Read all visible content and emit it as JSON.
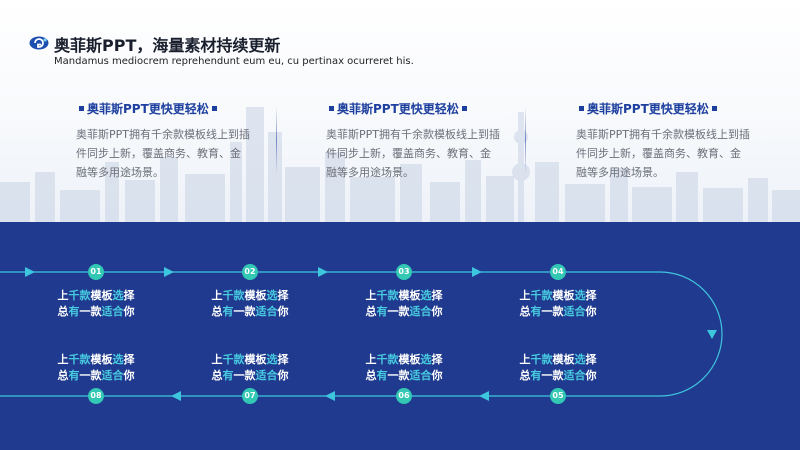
{
  "header": {
    "title": "奥菲斯PPT，海量素材持续更新",
    "subtitle": "Mandamus mediocrem reprehendunt eum eu, cu pertinax ocurreret his."
  },
  "features": [
    {
      "title": "奥菲斯PPT更快更轻松",
      "body": "奥菲斯PPT拥有千余款模板线上到插件同步上新，覆盖商务、教育、金融等多用途场景。"
    },
    {
      "title": "奥菲斯PPT更快更轻松",
      "body": "奥菲斯PPT拥有千余款模板线上到插件同步上新，覆盖商务、教育、金融等多用途场景。"
    },
    {
      "title": "奥菲斯PPT更快更轻松",
      "body": "奥菲斯PPT拥有千余款模板线上到插件同步上新，覆盖商务、教育、金融等多用途场景。"
    }
  ],
  "steps": [
    {
      "num": "01",
      "line1_a": "上",
      "line1_b": "千款",
      "line1_c": "模板",
      "line1_d": "选",
      "line1_e": "择",
      "line2_a": "总",
      "line2_b": "有",
      "line2_c": "一款",
      "line2_d": "适合",
      "line2_e": "你"
    },
    {
      "num": "02",
      "line1_a": "上",
      "line1_b": "千款",
      "line1_c": "模板",
      "line1_d": "选",
      "line1_e": "择",
      "line2_a": "总",
      "line2_b": "有",
      "line2_c": "一款",
      "line2_d": "适合",
      "line2_e": "你"
    },
    {
      "num": "03",
      "line1_a": "上",
      "line1_b": "千款",
      "line1_c": "模板",
      "line1_d": "选",
      "line1_e": "择",
      "line2_a": "总",
      "line2_b": "有",
      "line2_c": "一款",
      "line2_d": "适合",
      "line2_e": "你"
    },
    {
      "num": "04",
      "line1_a": "上",
      "line1_b": "千款",
      "line1_c": "模板",
      "line1_d": "选",
      "line1_e": "择",
      "line2_a": "总",
      "line2_b": "有",
      "line2_c": "一款",
      "line2_d": "适合",
      "line2_e": "你"
    },
    {
      "num": "05",
      "line1_a": "上",
      "line1_b": "千款",
      "line1_c": "模板",
      "line1_d": "选",
      "line1_e": "择",
      "line2_a": "总",
      "line2_b": "有",
      "line2_c": "一款",
      "line2_d": "适合",
      "line2_e": "你"
    },
    {
      "num": "06",
      "line1_a": "上",
      "line1_b": "千款",
      "line1_c": "模板",
      "line1_d": "选",
      "line1_e": "择",
      "line2_a": "总",
      "line2_b": "有",
      "line2_c": "一款",
      "line2_d": "适合",
      "line2_e": "你"
    },
    {
      "num": "07",
      "line1_a": "上",
      "line1_b": "千款",
      "line1_c": "模板",
      "line1_d": "选",
      "line1_e": "择",
      "line2_a": "总",
      "line2_b": "有",
      "line2_c": "一款",
      "line2_d": "适合",
      "line2_e": "你"
    },
    {
      "num": "08",
      "line1_a": "上",
      "line1_b": "千款",
      "line1_c": "模板",
      "line1_d": "选",
      "line1_e": "择",
      "line2_a": "总",
      "line2_b": "有",
      "line2_c": "一款",
      "line2_d": "适合",
      "line2_e": "你"
    }
  ],
  "colors": {
    "bottom_bg": "#1f3a8e",
    "node": "#32c8b4",
    "flow_line": "#3fc6df",
    "heading_blue": "#1d3f9e"
  },
  "icons": {
    "logo": "brand-logo-icon",
    "heading_marker": "square-bullet-icon",
    "arrow": "triangle-arrow-icon"
  }
}
